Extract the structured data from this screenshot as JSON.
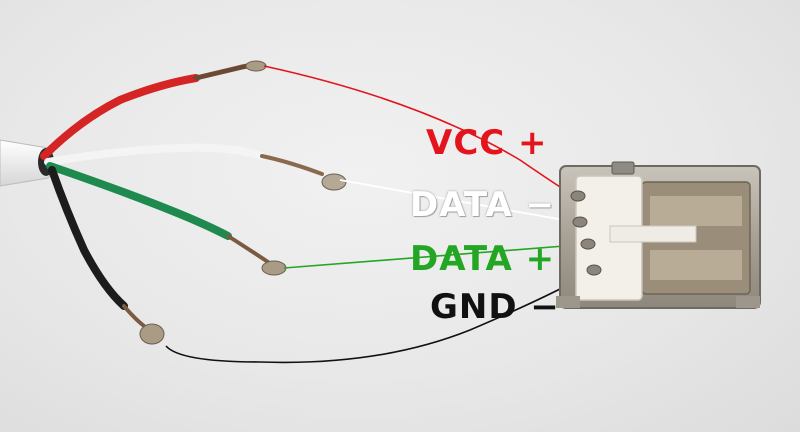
{
  "labels": {
    "vcc": "VCC +",
    "data_minus": "DATA −",
    "data_plus": "DATA +",
    "gnd": "GND −"
  },
  "colors": {
    "vcc": "#e3141b",
    "data_minus": "#ffffff",
    "data_plus": "#23a623",
    "gnd": "#111111"
  }
}
